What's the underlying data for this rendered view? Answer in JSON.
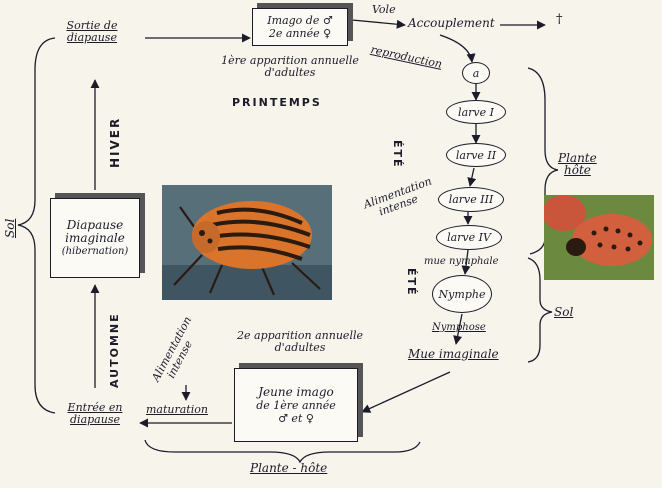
{
  "nodes": {
    "sortie_diapause": [
      "Sortie de",
      "diapause"
    ],
    "imago_2e": [
      "Imago de ♂",
      "2e année ♀"
    ],
    "vole": "Vole",
    "accouplement": "Accouplement",
    "dagger": "†",
    "reproduction": "reproduction",
    "apparition_1": [
      "1ère apparition annuelle",
      "d'adultes"
    ],
    "printemps": "PRINTEMPS",
    "egg": "a",
    "larve1": "larve I",
    "larve2": "larve II",
    "larve3": "larve III",
    "larve4": "larve IV",
    "nymphe": "Nymphe",
    "mue_nymphale": "mue nymphale",
    "nymphose": "Nymphose",
    "mue_imaginale": "Mue imaginale",
    "ete_1": "ÉTÉ",
    "ete_2": "ÉTÉ",
    "hiver": "HIVER",
    "automne": "AUTOMNE",
    "alimentation_intense_1": [
      "Alimentation",
      "intense"
    ],
    "alimentation_intense_2": [
      "Alimentation",
      "intense"
    ],
    "maturation": "maturation",
    "apparition_2": [
      "2e apparition annuelle",
      "d'adultes"
    ],
    "jeune_imago": [
      "Jeune imago",
      "de 1ère année",
      "♂ et ♀"
    ],
    "diapause_imaginale": [
      "Diapause",
      "imaginale",
      "(hibernation)"
    ],
    "entree_diapause": [
      "Entrée en",
      "diapause"
    ],
    "sol_left": "Sol",
    "sol_right": "Sol",
    "plante_hote_right": [
      "Plante",
      "hôte"
    ],
    "plante_hote_bottom": "Plante - hôte"
  },
  "colors": {
    "ink": "#1b1b2a",
    "paper": "#f7f4ec",
    "beetle_shell": "#d9742a",
    "beetle_stripe": "#2a1a10",
    "larva": "#c9553a"
  },
  "photos": {
    "adult": "colorado-beetle-photo",
    "larva": "colorado-beetle-larva-photo"
  }
}
